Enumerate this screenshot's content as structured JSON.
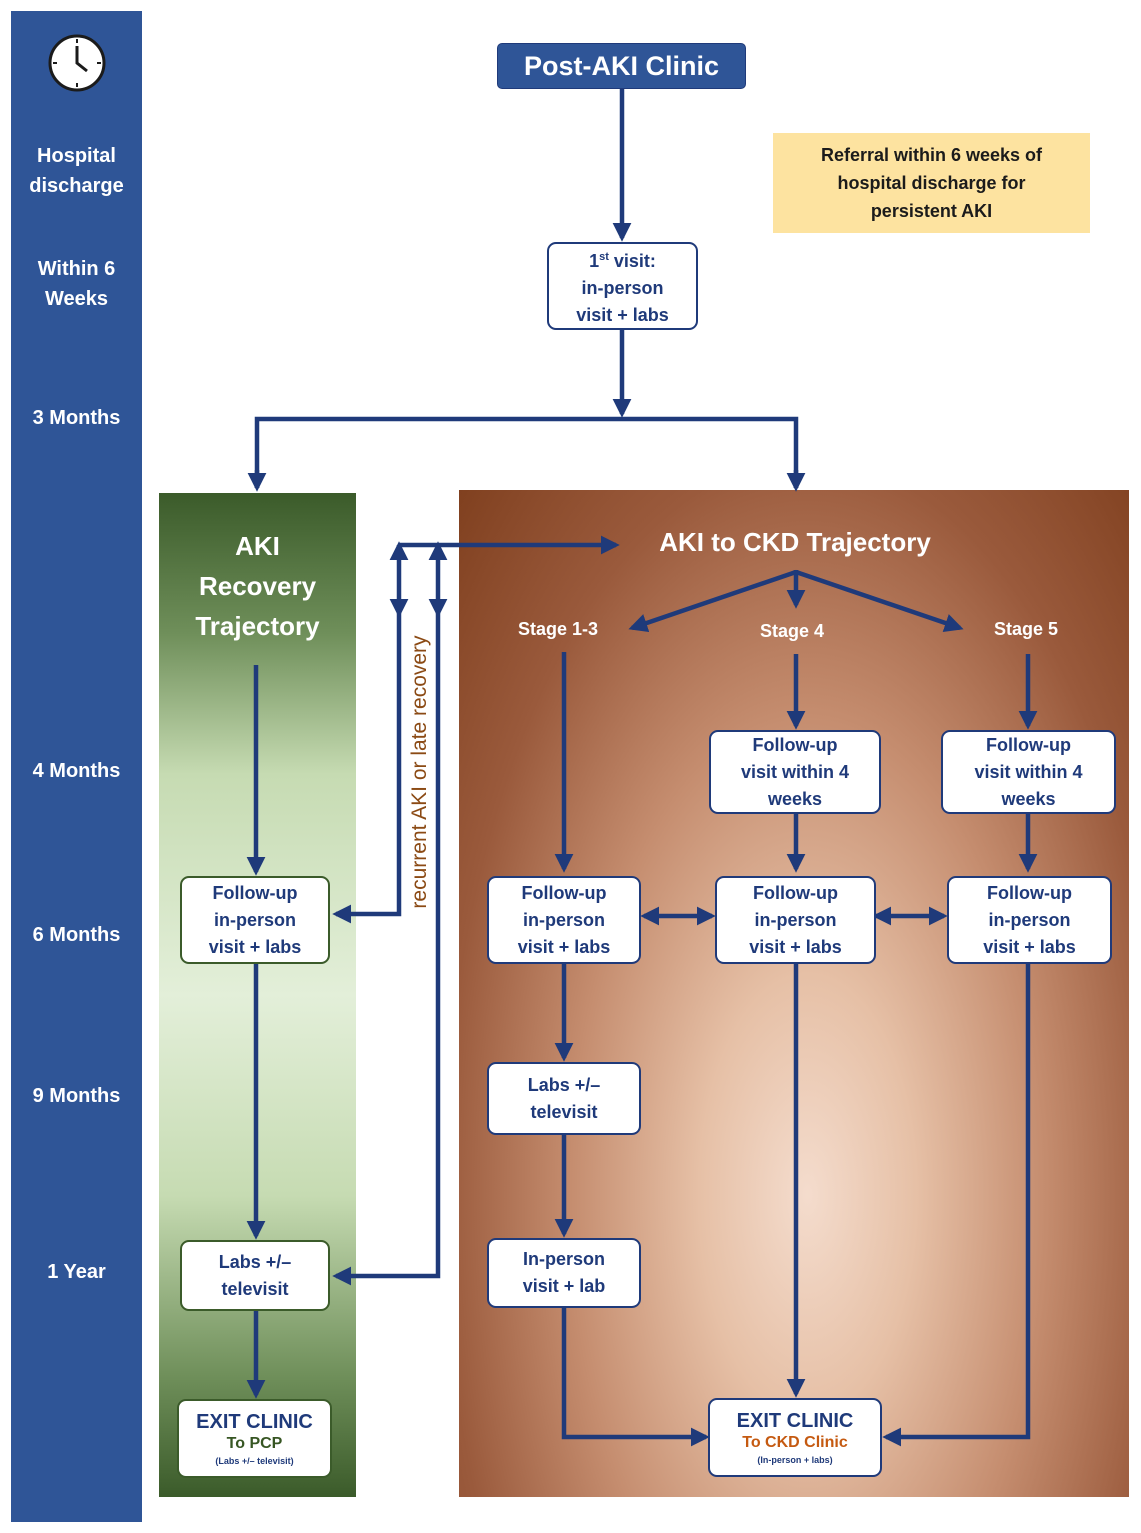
{
  "timeline": {
    "labels": [
      "Hospital\ndischarge",
      "Within 6\nWeeks",
      "3 Months",
      "4 Months",
      "6 Months",
      "9 Months",
      "1 Year"
    ]
  },
  "header": {
    "title": "Post-AKI Clinic"
  },
  "note": "Referral within 6 weeks of\nhospital discharge for\npersistent AKI",
  "first_visit": {
    "line1": "1",
    "sup": "st",
    "line1_rest": " visit:",
    "line2": "in-person\nvisit + labs"
  },
  "recovery": {
    "title": "AKI\nRecovery\nTrajectory",
    "followup": "Follow-up\nin-person\nvisit + labs",
    "labs": "Labs +/–\ntelevisit",
    "exit_title": "EXIT CLINIC",
    "exit_sub": "To PCP",
    "exit_small": "(Labs +/– televisit)"
  },
  "side_note": "recurrent AKI  or  late recovery",
  "ckd": {
    "title": "AKI to CKD Trajectory",
    "stages": [
      "Stage 1-3",
      "Stage 4",
      "Stage 5"
    ],
    "followup_4wk": "Follow-up\nvisit within 4\nweeks",
    "followup": "Follow-up\nin-person\nvisit + labs",
    "labs": "Labs +/–\ntelevisit",
    "inperson": "In-person\nvisit + lab",
    "exit_title": "EXIT CLINIC",
    "exit_sub": "To CKD Clinic",
    "exit_small": "(In-person + labs)"
  },
  "colors": {
    "timeline": "#2f5597",
    "arrow": "#1f3a7a",
    "exit_sub": "#c55a11",
    "recovery_exit_sub": "#375623"
  }
}
